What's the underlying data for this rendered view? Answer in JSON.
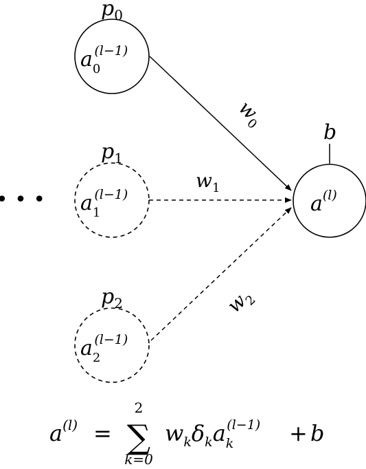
{
  "diagram": {
    "nodes": [
      {
        "id": "p0",
        "label": "p",
        "label_sub": "0",
        "activation": "a",
        "sub": "0",
        "sup": "(l−1)",
        "style": "solid"
      },
      {
        "id": "p1",
        "label": "p",
        "label_sub": "1",
        "activation": "a",
        "sub": "1",
        "sup": "(l−1)",
        "style": "dashed"
      },
      {
        "id": "p2",
        "label": "p",
        "label_sub": "2",
        "activation": "a",
        "sub": "2",
        "sup": "(l−1)",
        "style": "dashed"
      },
      {
        "id": "out",
        "activation": "a",
        "sup": "(l)",
        "style": "solid"
      }
    ],
    "edges": [
      {
        "from": "p0",
        "to": "out",
        "weight": "w",
        "weight_sub": "0",
        "style": "solid"
      },
      {
        "from": "p1",
        "to": "out",
        "weight": "w",
        "weight_sub": "1",
        "style": "dashed"
      },
      {
        "from": "p2",
        "to": "out",
        "weight": "w",
        "weight_sub": "2",
        "style": "dashed"
      }
    ],
    "bias_label": "b",
    "ellipsis": "• • •"
  },
  "equation": {
    "lhs": "a",
    "lhs_sup": "(l)",
    "equals": "=",
    "sum_symbol": "∑",
    "sum_upper": "2",
    "sum_lower": "k=0",
    "w": "w",
    "w_sub": "k",
    "delta": "δ",
    "delta_sub": "k",
    "a": "a",
    "a_sub": "k",
    "a_sup": "(l−1)",
    "plus": "+",
    "b": "b"
  }
}
